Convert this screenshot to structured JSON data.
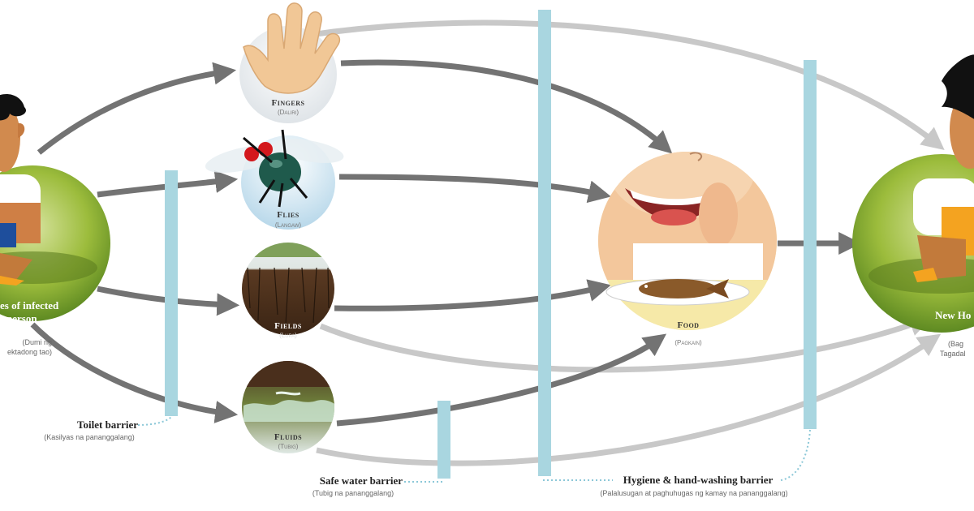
{
  "nodes": {
    "source": {
      "title": "es of infected",
      "title2": "person",
      "sub1": "(Dumi ng",
      "sub2": "ektadong tao)"
    },
    "fingers": {
      "title": "Fingers",
      "sub": "(Daliri)"
    },
    "flies": {
      "title": "Flies",
      "sub": "(Langaw)"
    },
    "fields": {
      "title": "Fields",
      "sub": "(Lupa)"
    },
    "fluids": {
      "title": "Fluids",
      "sub": "(Tubig)"
    },
    "food": {
      "title": "Food",
      "sub": "(Pagkain)"
    },
    "host": {
      "title": "New Ho",
      "sub1": "(Bag",
      "sub2": "Tagadal"
    }
  },
  "barriers": {
    "toilet": {
      "title": "Toilet barrier",
      "sub": "(Kasilyas na pananggalang)"
    },
    "water": {
      "title": "Safe water barrier",
      "sub": "(Tubig na pananggalang)"
    },
    "hygiene": {
      "title": "Hygiene & hand-washing barrier",
      "sub": "(Palalusugan at paghuhugas ng kamay na pananggalang)"
    }
  },
  "colors": {
    "barrier": "#a9d6e0",
    "arrow_dark": "#737373",
    "arrow_light": "#c8c8c8",
    "dotted": "#8cc8d8"
  },
  "icons": [
    "boy-icon",
    "hand-icon",
    "fly-icon",
    "soil-icon",
    "water-icon",
    "eating-child-icon",
    "fish-plate-icon"
  ]
}
